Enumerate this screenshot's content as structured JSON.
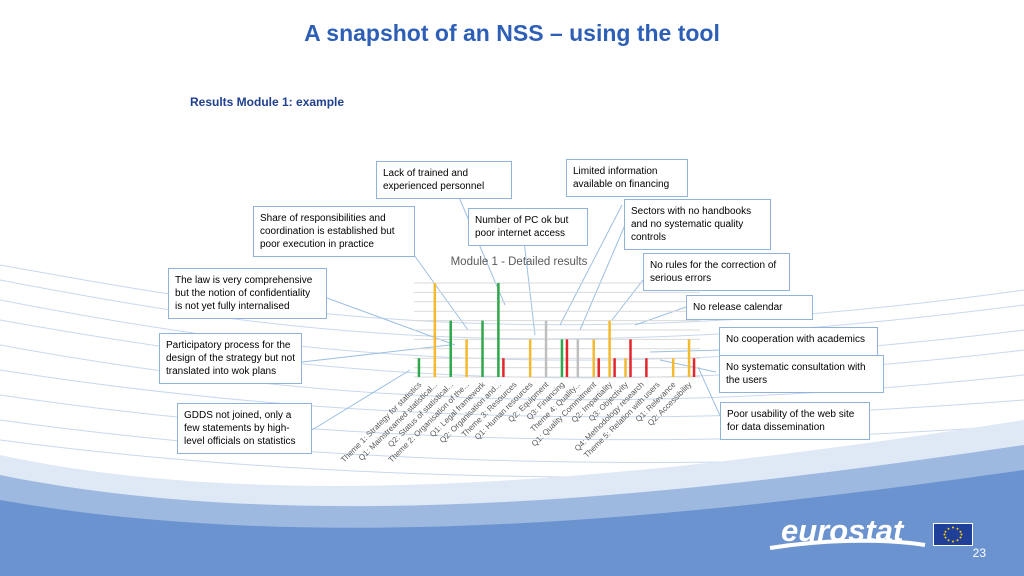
{
  "slide": {
    "title": "A snapshot of an NSS – using the tool",
    "subtitle": "Results Module 1: example",
    "page_number": "23"
  },
  "logo": {
    "text": "eurostat",
    "icon": "eu-flag-icon"
  },
  "callouts": [
    "Lack of trained and experienced personnel",
    "Limited information available on financing",
    "Share of responsibilities and coordination is established but poor execution in practice",
    "Number of PC ok but poor internet access",
    "Sectors with no handbooks and no systematic quality controls",
    "The law is very comprehensive but the notion of confidentiality is not yet fully internalised",
    "No rules for the correction of serious errors",
    "No release calendar",
    "Participatory process for the design of the strategy but not translated into wok plans",
    "No cooperation with academics",
    "No systematic consultation with the users",
    "GDDS not joined, only a few statements by high-level officials on statistics",
    "Poor usability of the web site for data dissemination"
  ],
  "colors": {
    "title": "#2e5fb7",
    "band": "#6b93cf",
    "callout_border": "#8fb3d9",
    "green": "#2ea84a",
    "yellow": "#f5b92e",
    "red": "#e3262b",
    "grey": "#bfbfbf"
  },
  "chart_data": {
    "type": "bar",
    "title": "Module 1 - Detailed results",
    "categories": [
      "Theme 1: Strategy for statistics",
      "Q1: Mainstreamed statistical...",
      "Q2: Status of statistical...",
      "Theme 2: Organisation of the...",
      "Q1: Legal framework",
      "Q2: Organisation and...",
      "Theme 3: Resources",
      "Q1: Human resources",
      "Q2: Equipment",
      "Q3: Financing",
      "Theme 4: Quality...",
      "Q1: Quality Commitment",
      "Q2: Impartiality",
      "Q3: Objectivity",
      "Q4: Methodology research",
      "Theme 5: Relation with users",
      "Q1: Relevance",
      "Q2: Accessibility"
    ],
    "series": [
      {
        "color": "green",
        "values": [
          1,
          0,
          3,
          0,
          0,
          0,
          0,
          0,
          0,
          0,
          0,
          0,
          0,
          0,
          0,
          0,
          0,
          0
        ]
      },
      {
        "color": "yellow",
        "values": [
          0,
          5,
          0,
          0,
          0,
          0,
          0,
          0,
          0,
          0,
          0,
          0,
          0,
          0,
          0,
          0,
          0,
          0
        ]
      },
      {
        "color": "green",
        "values": [
          0,
          0,
          0,
          0,
          3,
          0,
          0,
          0,
          0,
          0,
          0,
          0,
          0,
          0,
          0,
          0,
          0,
          0
        ]
      },
      {
        "color": "yellow",
        "values": [
          0,
          0,
          0,
          2,
          0,
          0,
          0,
          0,
          0,
          0,
          0,
          0,
          0,
          0,
          0,
          0,
          0,
          0
        ]
      },
      {
        "color": "green",
        "values": [
          0,
          0,
          0,
          0,
          0,
          5,
          0,
          0,
          0,
          0,
          0,
          0,
          0,
          0,
          0,
          0,
          0,
          0
        ]
      },
      {
        "color": "red",
        "values": [
          0,
          0,
          0,
          0,
          0,
          1,
          0,
          0,
          0,
          0,
          0,
          0,
          0,
          0,
          0,
          0,
          0,
          0
        ]
      },
      {
        "color": "yellow",
        "values": [
          0,
          0,
          0,
          0,
          0,
          0,
          0,
          2,
          0,
          0,
          0,
          0,
          0,
          0,
          0,
          0,
          0,
          0
        ]
      },
      {
        "color": "grey",
        "values": [
          0,
          0,
          0,
          0,
          0,
          0,
          0,
          0,
          3,
          0,
          0,
          0,
          0,
          0,
          0,
          0,
          0,
          0
        ]
      },
      {
        "color": "green",
        "values": [
          0,
          0,
          0,
          0,
          0,
          0,
          0,
          0,
          0,
          2,
          0,
          0,
          0,
          0,
          0,
          0,
          0,
          0
        ]
      },
      {
        "color": "red",
        "values": [
          0,
          0,
          0,
          0,
          0,
          0,
          0,
          0,
          0,
          2,
          0,
          0,
          0,
          0,
          0,
          0,
          0,
          0
        ]
      },
      {
        "color": "grey",
        "values": [
          0,
          0,
          0,
          0,
          0,
          0,
          0,
          0,
          0,
          0,
          2,
          0,
          0,
          0,
          0,
          0,
          0,
          0
        ]
      },
      {
        "color": "yellow",
        "values": [
          0,
          0,
          0,
          0,
          0,
          0,
          0,
          0,
          0,
          0,
          0,
          2,
          0,
          0,
          0,
          0,
          0,
          0
        ]
      },
      {
        "color": "red",
        "values": [
          0,
          0,
          0,
          0,
          0,
          0,
          0,
          0,
          0,
          0,
          0,
          1,
          0,
          0,
          0,
          0,
          0,
          0
        ]
      },
      {
        "color": "yellow",
        "values": [
          0,
          0,
          0,
          0,
          0,
          0,
          0,
          0,
          0,
          0,
          0,
          0,
          3,
          0,
          0,
          0,
          0,
          0
        ]
      },
      {
        "color": "red",
        "values": [
          0,
          0,
          0,
          0,
          0,
          0,
          0,
          0,
          0,
          0,
          0,
          0,
          1,
          0,
          0,
          0,
          0,
          0
        ]
      },
      {
        "color": "yellow",
        "values": [
          0,
          0,
          0,
          0,
          0,
          0,
          0,
          0,
          0,
          0,
          0,
          0,
          0,
          1,
          0,
          0,
          0,
          0
        ]
      },
      {
        "color": "red",
        "values": [
          0,
          0,
          0,
          0,
          0,
          0,
          0,
          0,
          0,
          0,
          0,
          0,
          0,
          2,
          0,
          0,
          0,
          0
        ]
      },
      {
        "color": "red",
        "values": [
          0,
          0,
          0,
          0,
          0,
          0,
          0,
          0,
          0,
          0,
          0,
          0,
          0,
          0,
          1,
          0,
          0,
          0
        ]
      },
      {
        "color": "yellow",
        "values": [
          0,
          0,
          0,
          0,
          0,
          0,
          0,
          0,
          0,
          0,
          0,
          0,
          0,
          0,
          0,
          0,
          1,
          0
        ]
      },
      {
        "color": "yellow",
        "values": [
          0,
          0,
          0,
          0,
          0,
          0,
          0,
          0,
          0,
          0,
          0,
          0,
          0,
          0,
          0,
          0,
          0,
          2
        ]
      },
      {
        "color": "red",
        "values": [
          0,
          0,
          0,
          0,
          0,
          0,
          0,
          0,
          0,
          0,
          0,
          0,
          0,
          0,
          0,
          0,
          0,
          1
        ]
      }
    ],
    "ylim": [
      0,
      5
    ],
    "grid": true
  }
}
